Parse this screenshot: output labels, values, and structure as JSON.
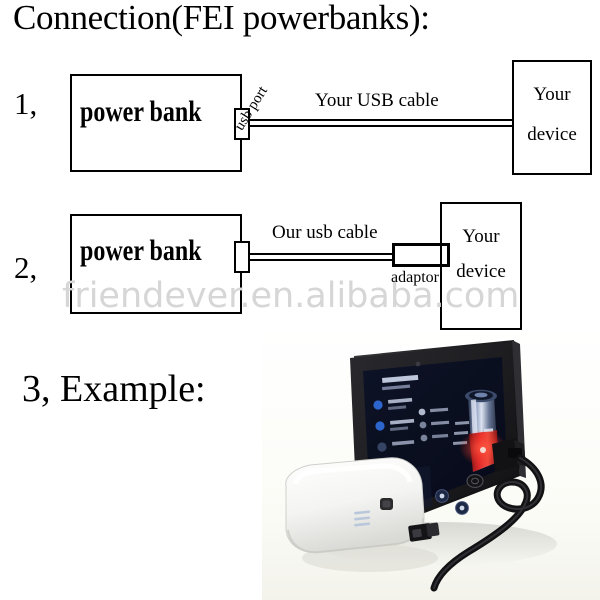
{
  "document": {
    "title": "Connection(FEI powerbanks):",
    "background_color": "#ffffff",
    "ink_color": "#000000"
  },
  "watermark": {
    "text": "friendever.en.alibaba.com",
    "color": "#d6d6d6"
  },
  "steps": [
    {
      "number": "1,",
      "source_box_label": "power bank",
      "connector_label": "usb port",
      "cable_label": "Your USB cable",
      "target_box_label_line1": "Your",
      "target_box_label_line2": "device"
    },
    {
      "number": "2,",
      "source_box_label": "power bank",
      "cable_label": "Our usb cable",
      "adaptor_label": "adaptor",
      "target_box_label_line1": "Your",
      "target_box_label_line2": "device"
    },
    {
      "number": "3, Example:",
      "caption": "3, Example:"
    }
  ],
  "example_photo": {
    "description": "Photograph of a black tablet on a stand connected by a black cable to a white power bank",
    "tablet_body_color": "#1b1b1d",
    "tablet_screen_color": "#0b1020",
    "tablet_screen_accent": "#d01b1b",
    "powerbank_color": "#f2f2f0",
    "cable_color": "#111111",
    "surface_color": "#fbfbf7"
  }
}
